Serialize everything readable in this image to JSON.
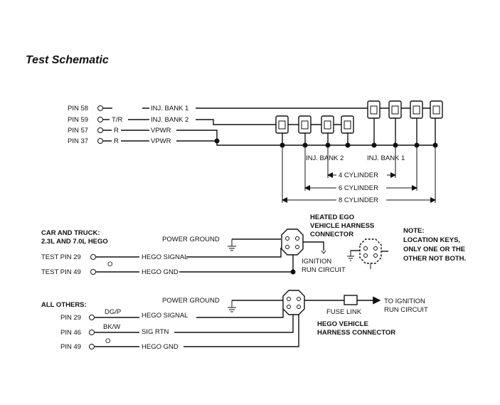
{
  "title": "Test Schematic",
  "top_section": {
    "pins": [
      {
        "pin": "PIN 58",
        "wire": "",
        "signal": "INJ. BANK 1"
      },
      {
        "pin": "PIN 59",
        "wire": "T/R",
        "signal": "INJ. BANK 2"
      },
      {
        "pin": "PIN 57",
        "wire": "R",
        "signal": "VPWR"
      },
      {
        "pin": "PIN 37",
        "wire": "R",
        "signal": "VPWR"
      }
    ],
    "bank2_label": "INJ. BANK 2",
    "bank1_label": "INJ. BANK 1",
    "cyl4": "4 CYLINDER",
    "cyl6": "6 CYLINDER",
    "cyl8": "8 CYLINDER"
  },
  "middle_section": {
    "vehicle_label_1": "CAR AND TRUCK:",
    "vehicle_label_2": "2.3L AND 7.0L HEGO",
    "power_ground": "POWER GROUND",
    "pin29": "TEST PIN 29",
    "pin29_signal": "HEGO SIGNAL",
    "pin49": "TEST PIN 49",
    "pin49_wire": "O",
    "pin49_signal": "HEGO GND",
    "connector_1": "HEATED EGO",
    "connector_2": "VEHICLE HARNESS",
    "connector_3": "CONNECTOR",
    "ignition_1": "IGNITION",
    "ignition_2": "RUN CIRCUIT",
    "note_1": "NOTE:",
    "note_2": "LOCATION KEYS,",
    "note_3": "ONLY ONE OR THE",
    "note_4": "OTHER NOT BOTH."
  },
  "bottom_section": {
    "all_others": "ALL OTHERS:",
    "power_ground": "POWER GROUND",
    "pin29": "PIN 29",
    "pin29_wire": "DG/P",
    "pin29_signal": "HEGO SIGNAL",
    "pin46": "PIN 46",
    "pin46_wire": "BK/W",
    "pin46_signal": "SIG RTN",
    "pin49": "PIN 49",
    "pin49_wire": "O",
    "pin49_signal": "HEGO GND",
    "fuse_link": "FUSE LINK",
    "to_ign_1": "TO IGNITION",
    "to_ign_2": "RUN CIRCUIT",
    "harness_1": "HEGO VEHICLE",
    "harness_2": "HARNESS CONNECTOR"
  }
}
